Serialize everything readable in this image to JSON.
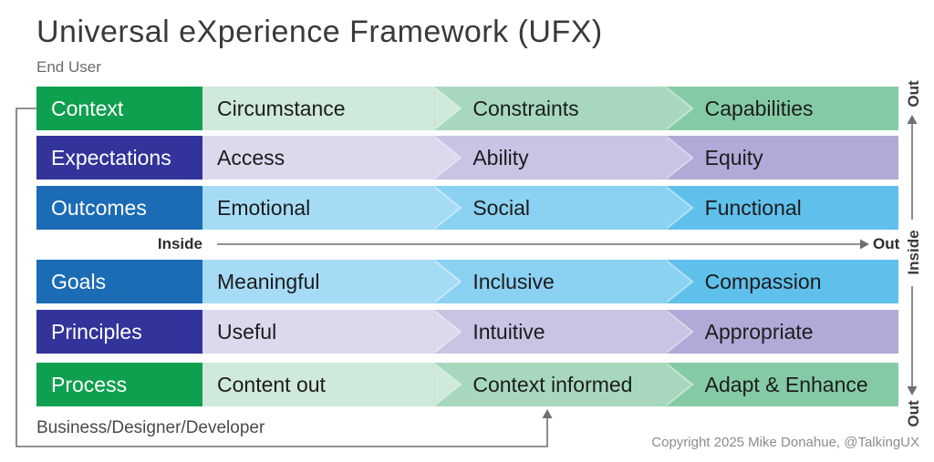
{
  "title": "Universal eXperience Framework (UFX)",
  "labels": {
    "end_user": "End User",
    "business": "Business/Designer/Developer",
    "copyright": "Copyright 2025 Mike Donahue, @TalkingUX"
  },
  "axis": {
    "inside_out": {
      "left": "Inside",
      "right": "Out"
    },
    "vertical": {
      "top": "Out",
      "middle": "Inside",
      "bottom": "Out"
    }
  },
  "colors": {
    "green_label": "#0FA04F",
    "indigo_label": "#32339B",
    "blue_label": "#1B6CB5",
    "connector_gray": "#6F6F6F",
    "title_text": "#3A3A3C",
    "segment_text": "#1C1C1C"
  },
  "rows": [
    {
      "label": "Context",
      "label_color": "#0FA04F",
      "segments": [
        {
          "text": "Circumstance",
          "color": "#CFE9DB"
        },
        {
          "text": "Constraints",
          "color": "#A7D8BE"
        },
        {
          "text": "Capabilities",
          "color": "#84CBA5"
        }
      ]
    },
    {
      "label": "Expectations",
      "label_color": "#32339B",
      "segments": [
        {
          "text": "Access",
          "color": "#DCD9ED"
        },
        {
          "text": "Ability",
          "color": "#C8C4E4"
        },
        {
          "text": "Equity",
          "color": "#B1AAD8"
        }
      ]
    },
    {
      "label": "Outcomes",
      "label_color": "#1B6CB5",
      "segments": [
        {
          "text": "Emotional",
          "color": "#A6DBF6"
        },
        {
          "text": "Social",
          "color": "#8BD1F2"
        },
        {
          "text": "Functional",
          "color": "#5FC0EC"
        }
      ]
    },
    {
      "label": "Goals",
      "label_color": "#1B6CB5",
      "segments": [
        {
          "text": "Meaningful",
          "color": "#A6DBF6"
        },
        {
          "text": "Inclusive",
          "color": "#8BD1F2"
        },
        {
          "text": "Compassion",
          "color": "#5FC0EC"
        }
      ]
    },
    {
      "label": "Principles",
      "label_color": "#32339B",
      "segments": [
        {
          "text": "Useful",
          "color": "#DCD9ED"
        },
        {
          "text": "Intuitive",
          "color": "#C8C4E4"
        },
        {
          "text": "Appropriate",
          "color": "#B1AAD8"
        }
      ]
    },
    {
      "label": "Process",
      "label_color": "#0FA04F",
      "segments": [
        {
          "text": "Content out",
          "color": "#CFE9DB"
        },
        {
          "text": "Context informed",
          "color": "#A7D8BE"
        },
        {
          "text": "Adapt & Enhance",
          "color": "#84CBA5"
        }
      ]
    }
  ]
}
